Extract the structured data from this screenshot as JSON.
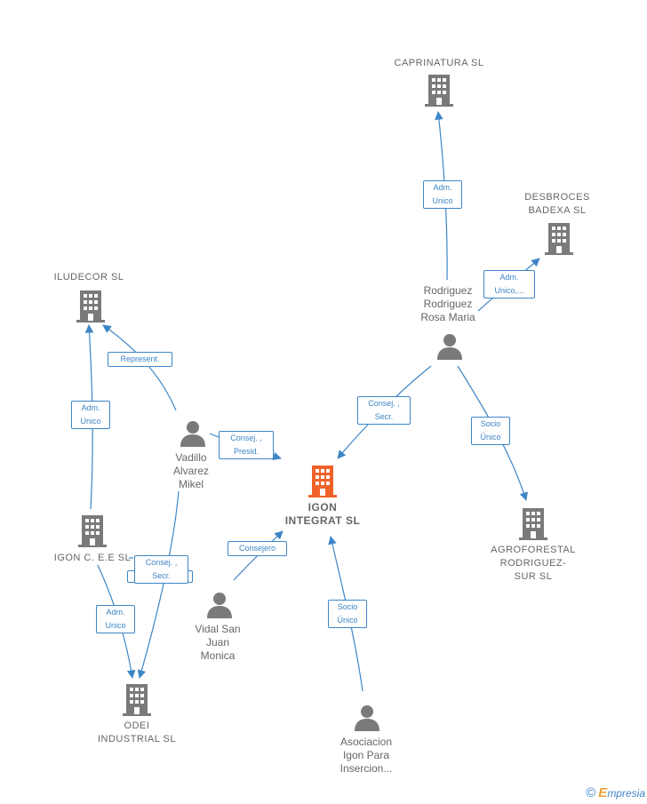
{
  "colors": {
    "edge": "#3d85c6",
    "node": "#7a7a7a",
    "focus": "#f0622a",
    "text": "#666666"
  },
  "nodes": {
    "igon_integrat": {
      "label": "IGON\nINTEGRAT  SL",
      "icon": "building-icon"
    },
    "caprinatura": {
      "label": "CAPRINATURA SL",
      "icon": "building-icon"
    },
    "desbroces": {
      "label": "DESBROCES\nBADEXA  SL",
      "icon": "building-icon"
    },
    "iludecor": {
      "label": "ILUDECOR  SL",
      "icon": "building-icon"
    },
    "igon_cee": {
      "label": "IGON C. E.E SL",
      "icon": "building-icon"
    },
    "odei": {
      "label": "ODEI\nINDUSTRIAL SL",
      "icon": "building-icon"
    },
    "agroforestal": {
      "label": "AGROFORESTAL\nRODRIGUEZ-\nSUR  SL",
      "icon": "building-icon"
    },
    "rodriguez": {
      "label": "Rodriguez\nRodriguez\nRosa Maria",
      "icon": "person-icon"
    },
    "vadillo": {
      "label": "Vadillo\nAlvarez\nMikel",
      "icon": "person-icon"
    },
    "vidal": {
      "label": "Vidal San\nJuan\nMonica",
      "icon": "person-icon"
    },
    "asociacion": {
      "label": "Asociacion\nIgon Para\nInsercion...",
      "icon": "person-icon"
    }
  },
  "edges": {
    "rodriguez_caprinatura": "Adm.\nUnico",
    "rodriguez_desbroces": "Adm.\nUnico,...",
    "rodriguez_igon": "Consej. ,\nSecr.",
    "rodriguez_agro": "Socio\nÚnico",
    "vadillo_iludecor": "Represent.",
    "vadillo_igon": "Consej. ,\nPresid.",
    "vadillo_odei": "Consej. ,\nSecr.",
    "igoncee_iludecor": "Adm.\nUnico",
    "igoncee_odei": "Adm.\nUnico",
    "vidal_igon": "Consejero",
    "asociacion_igon": "Socio\nÚnico"
  },
  "brand": {
    "copyright": "©",
    "e": "E",
    "rest": "mpresia"
  }
}
